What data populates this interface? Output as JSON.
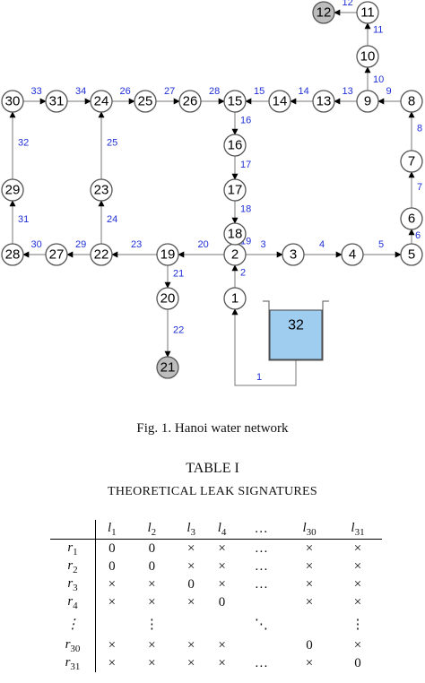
{
  "figure": {
    "nodes": [
      {
        "id": "1",
        "grey": false
      },
      {
        "id": "2",
        "grey": false
      },
      {
        "id": "3",
        "grey": false
      },
      {
        "id": "4",
        "grey": false
      },
      {
        "id": "5",
        "grey": false
      },
      {
        "id": "6",
        "grey": false
      },
      {
        "id": "7",
        "grey": false
      },
      {
        "id": "8",
        "grey": false
      },
      {
        "id": "9",
        "grey": false
      },
      {
        "id": "10",
        "grey": false
      },
      {
        "id": "11",
        "grey": false
      },
      {
        "id": "12",
        "grey": true
      },
      {
        "id": "13",
        "grey": false
      },
      {
        "id": "14",
        "grey": false
      },
      {
        "id": "15",
        "grey": false
      },
      {
        "id": "16",
        "grey": false
      },
      {
        "id": "17",
        "grey": false
      },
      {
        "id": "18",
        "grey": false
      },
      {
        "id": "19",
        "grey": false
      },
      {
        "id": "20",
        "grey": false
      },
      {
        "id": "21",
        "grey": true
      },
      {
        "id": "22",
        "grey": false
      },
      {
        "id": "23",
        "grey": false
      },
      {
        "id": "24",
        "grey": false
      },
      {
        "id": "25",
        "grey": false
      },
      {
        "id": "26",
        "grey": false
      },
      {
        "id": "27",
        "grey": false
      },
      {
        "id": "28",
        "grey": false
      },
      {
        "id": "29",
        "grey": false
      },
      {
        "id": "30",
        "grey": false
      },
      {
        "id": "31",
        "grey": false
      }
    ],
    "pipes": [
      {
        "label": "1",
        "from": "32",
        "to": "1"
      },
      {
        "label": "2",
        "from": "1",
        "to": "2"
      },
      {
        "label": "3",
        "from": "2",
        "to": "3"
      },
      {
        "label": "4",
        "from": "3",
        "to": "4"
      },
      {
        "label": "5",
        "from": "4",
        "to": "5"
      },
      {
        "label": "6",
        "from": "5",
        "to": "6"
      },
      {
        "label": "7",
        "from": "6",
        "to": "7"
      },
      {
        "label": "8",
        "from": "7",
        "to": "8"
      },
      {
        "label": "9",
        "from": "8",
        "to": "9"
      },
      {
        "label": "10",
        "from": "9",
        "to": "10"
      },
      {
        "label": "11",
        "from": "10",
        "to": "11"
      },
      {
        "label": "12",
        "from": "11",
        "to": "12"
      },
      {
        "label": "13",
        "from": "9",
        "to": "13"
      },
      {
        "label": "14",
        "from": "13",
        "to": "14"
      },
      {
        "label": "15",
        "from": "14",
        "to": "15"
      },
      {
        "label": "16",
        "from": "15",
        "to": "16"
      },
      {
        "label": "17",
        "from": "16",
        "to": "17"
      },
      {
        "label": "18",
        "from": "17",
        "to": "18"
      },
      {
        "label": "19",
        "from": "18",
        "to": "2"
      },
      {
        "label": "20",
        "from": "2",
        "to": "19"
      },
      {
        "label": "21",
        "from": "19",
        "to": "20"
      },
      {
        "label": "22",
        "from": "20",
        "to": "21"
      },
      {
        "label": "23",
        "from": "19",
        "to": "22"
      },
      {
        "label": "24",
        "from": "22",
        "to": "23"
      },
      {
        "label": "25",
        "from": "23",
        "to": "24"
      },
      {
        "label": "26",
        "from": "24",
        "to": "25"
      },
      {
        "label": "27",
        "from": "25",
        "to": "26"
      },
      {
        "label": "28",
        "from": "26",
        "to": "15"
      },
      {
        "label": "29",
        "from": "22",
        "to": "27"
      },
      {
        "label": "30",
        "from": "27",
        "to": "28"
      },
      {
        "label": "31",
        "from": "28",
        "to": "29"
      },
      {
        "label": "32",
        "from": "29",
        "to": "30"
      },
      {
        "label": "33",
        "from": "30",
        "to": "31"
      },
      {
        "label": "34",
        "from": "31",
        "to": "24"
      }
    ],
    "reservoir_label": "32",
    "caption": "Fig. 1.    Hanoi water network"
  },
  "table": {
    "title": "TABLE I",
    "subtitle": "THEORETICAL LEAK SIGNATURES",
    "columns": [
      "l1",
      "l2",
      "l3",
      "l4",
      "…",
      "l30",
      "l31"
    ],
    "rows": [
      {
        "label": "r1",
        "cells": [
          "0",
          "0",
          "×",
          "×",
          "…",
          "×",
          "×"
        ]
      },
      {
        "label": "r2",
        "cells": [
          "0",
          "0",
          "×",
          "×",
          "…",
          "×",
          "×"
        ]
      },
      {
        "label": "r3",
        "cells": [
          "×",
          "×",
          "0",
          "×",
          "…",
          "×",
          "×"
        ]
      },
      {
        "label": "r4",
        "cells": [
          "×",
          "×",
          "×",
          "0",
          "",
          "×",
          "×"
        ]
      },
      {
        "label": "⋮",
        "cells": [
          "",
          "⋮",
          "",
          "",
          "⋱",
          "",
          "⋮"
        ]
      },
      {
        "label": "r30",
        "cells": [
          "×",
          "×",
          "×",
          "×",
          "",
          "0",
          "×"
        ]
      },
      {
        "label": "r31",
        "cells": [
          "×",
          "×",
          "×",
          "×",
          "…",
          "×",
          "0"
        ]
      }
    ]
  }
}
